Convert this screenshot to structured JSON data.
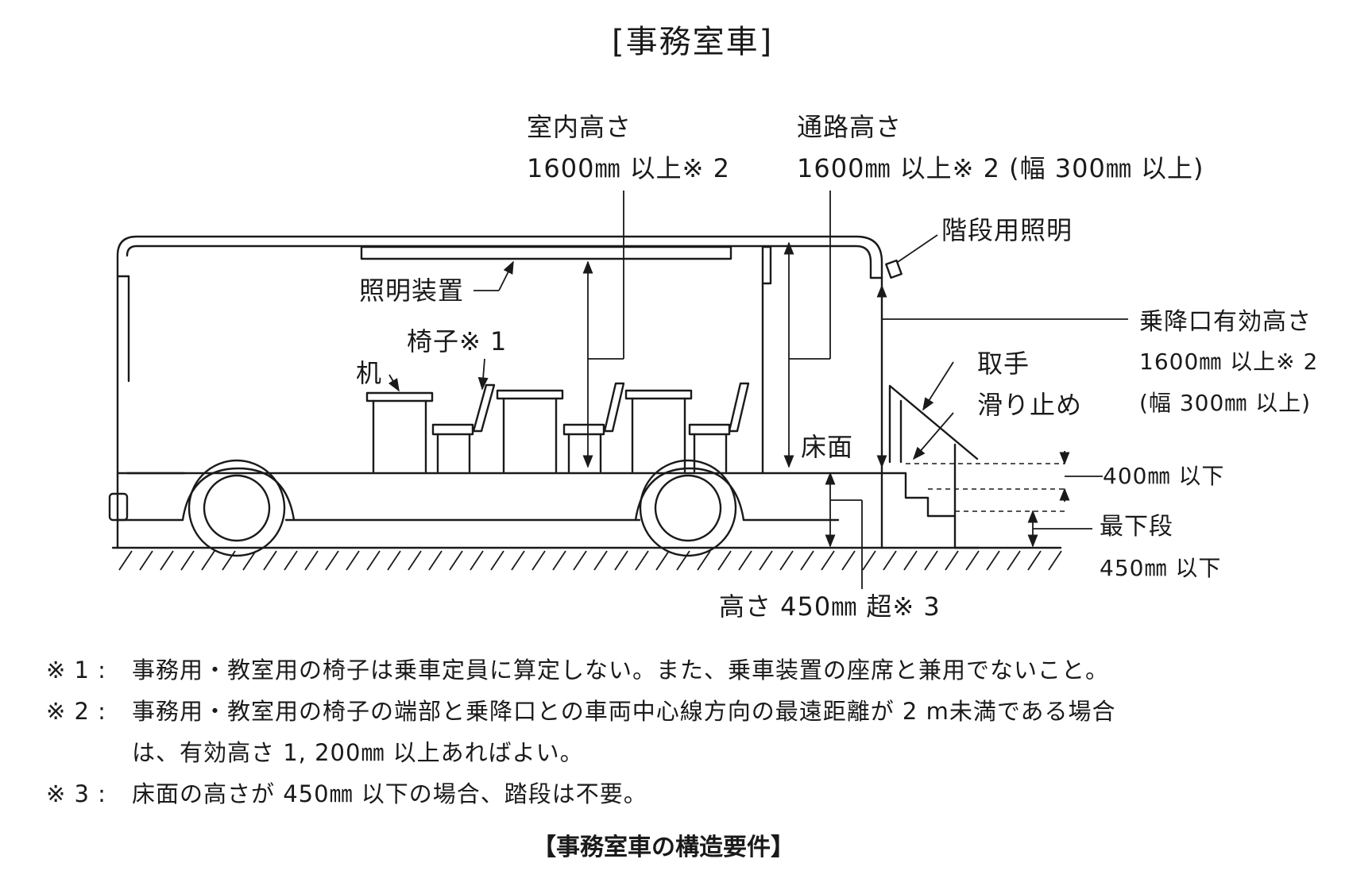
{
  "title": "[事務室車]",
  "labels": {
    "interior_height_title": "室内高さ",
    "interior_height_value": "1600㎜ 以上※ 2",
    "aisle_height_title": "通路高さ",
    "aisle_height_value": "1600㎜ 以上※ 2 (幅 300㎜ 以上)",
    "stair_light": "階段用照明",
    "lighting_device": "照明装置",
    "chair": "椅子※ 1",
    "desk": "机",
    "entrance_height_title": "乗降口有効高さ",
    "entrance_height_value": "1600㎜ 以上※ 2",
    "entrance_width": "(幅 300㎜ 以上)",
    "handrail": "取手",
    "nonslip": "滑り止め",
    "floor": "床面",
    "step_400": "400㎜ 以下",
    "lowest_step_title": "最下段",
    "lowest_step_value": "450㎜ 以下",
    "floor_height": "高さ 450㎜ 超※ 3"
  },
  "notes": [
    {
      "mark": "※ 1 :",
      "text": "事務用・教室用の椅子は乗車定員に算定しない。また、乗車装置の座席と兼用でないこと。"
    },
    {
      "mark": "※ 2 :",
      "text": "事務用・教室用の椅子の端部と乗降口との車両中心線方向の最遠距離が 2 m未満である場合"
    },
    {
      "mark": "",
      "text": "は、有効高さ 1, 200㎜ 以上あればよい。"
    },
    {
      "mark": "※ 3 :",
      "text": "床面の高さが 450㎜ 以下の場合、踏段は不要。"
    }
  ],
  "caption": "【事務室車の構造要件】"
}
